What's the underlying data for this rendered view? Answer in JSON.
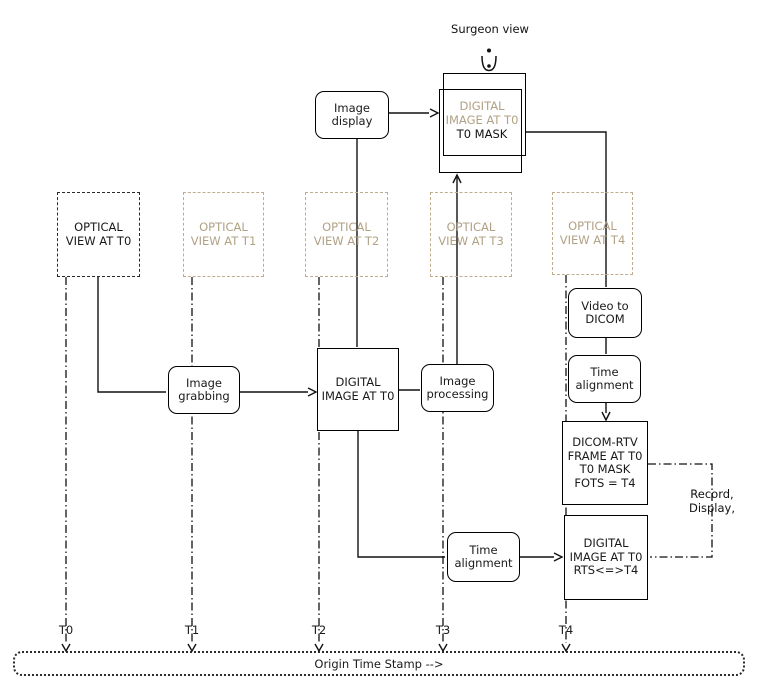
{
  "surgeon_view": {
    "label": "Surgeon view"
  },
  "mask_box": {
    "line1": "DIGITAL",
    "line2": "IMAGE AT T0",
    "line3": "T0 MASK"
  },
  "image_display": {
    "label": "Image display"
  },
  "optical_views": [
    {
      "l1": "OPTICAL",
      "l2": "VIEW AT T0"
    },
    {
      "l1": "OPTICAL",
      "l2": "VIEW AT T1"
    },
    {
      "l1": "OPTICAL",
      "l2": "VIEW AT T2"
    },
    {
      "l1": "OPTICAL",
      "l2": "VIEW AT T3"
    },
    {
      "l1": "OPTICAL",
      "l2": "VIEW AT T4"
    }
  ],
  "image_grabbing": {
    "label": "Image grabbing"
  },
  "digital_image_t0": {
    "l1": "DIGITAL",
    "l2": "IMAGE AT T0"
  },
  "image_processing": {
    "label": "Image processing"
  },
  "video_to_dicom": {
    "label": "Video to DICOM"
  },
  "time_alignment_top": {
    "label": "Time alignment"
  },
  "dicom_rtv_frame": {
    "l1": "DICOM-RTV",
    "l2": "FRAME AT T0",
    "l3": "T0 MASK",
    "l4": "FOTS = T4"
  },
  "record_display": {
    "l1": "Record,",
    "l2": "Display,"
  },
  "digital_image_rts": {
    "l1": "DIGITAL",
    "l2": "IMAGE AT T0",
    "l3": "RTS<=>T4"
  },
  "time_alignment_bottom": {
    "label": "Time alignment"
  },
  "timeline": {
    "ticks": [
      "T0",
      "T1",
      "T2",
      "T3",
      "T4"
    ],
    "origin_label": "Origin Time Stamp -->"
  },
  "colors": {
    "ghost_text": "#b1a184",
    "ghost_border": "#bfae8e",
    "line": "#111111",
    "background": "#ffffff"
  }
}
